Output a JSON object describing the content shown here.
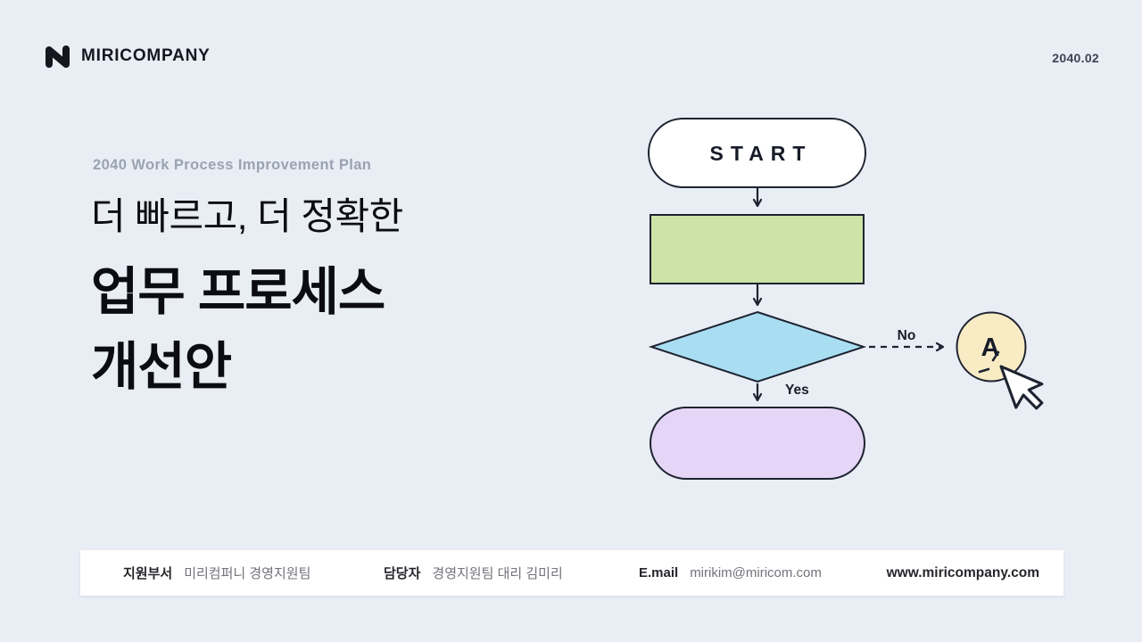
{
  "header": {
    "brand": "MIRICOMPANY",
    "date": "2040.02"
  },
  "hero": {
    "eyebrow": "2040 Work Process Improvement Plan",
    "title_light": "더 빠르고, 더 정확한",
    "title_bold_line1": "업무 프로세스",
    "title_bold_line2": "개선안"
  },
  "flowchart": {
    "start_label": "START",
    "no_label": "No",
    "yes_label": "Yes",
    "connector_label": "A",
    "colors": {
      "start_fill": "#ffffff",
      "process_fill": "#cde3a7",
      "decision_fill": "#a9def2",
      "end_fill": "#e5d5f6",
      "connector_fill": "#f9ecc5",
      "stroke": "#1d2330"
    }
  },
  "footer": {
    "items": [
      {
        "label": "지원부서",
        "value": "미리컴퍼니 경영지원팀"
      },
      {
        "label": "담당자",
        "value": "경영지원팀 대리 김미리"
      },
      {
        "label": "E.mail",
        "value": "mirikim@miricom.com"
      }
    ],
    "website": "www.miricompany.com"
  },
  "theme": {
    "background": "#e9edf4",
    "text_dark": "#0b0d13",
    "text_muted": "#9aa3b2"
  }
}
